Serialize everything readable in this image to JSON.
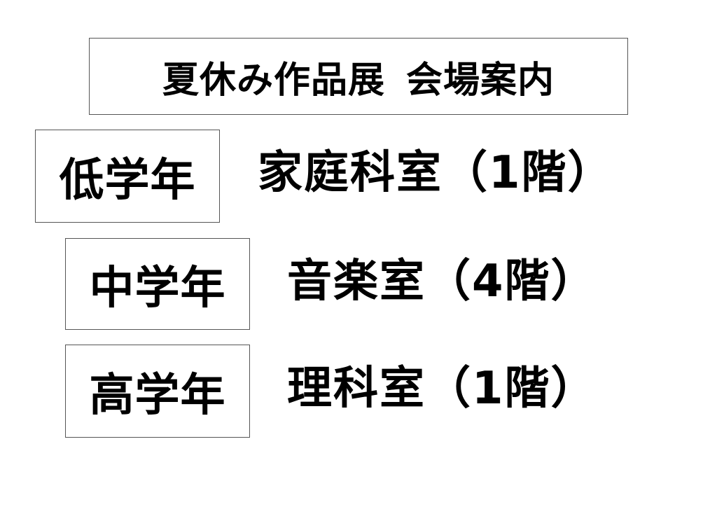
{
  "title": {
    "part1": "夏休み作品展",
    "part2": "会場案内"
  },
  "rows": [
    {
      "grade": "低学年",
      "room": "家庭科室（1階）"
    },
    {
      "grade": "中学年",
      "room": "音楽室（4階）"
    },
    {
      "grade": "高学年",
      "room": "理科室（1階）"
    }
  ]
}
